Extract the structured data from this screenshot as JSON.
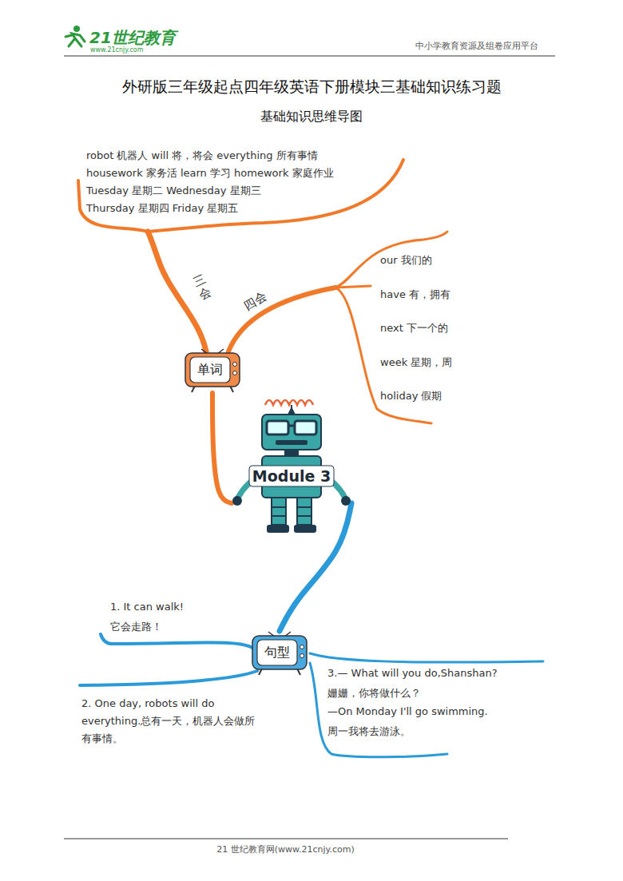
{
  "diagram": {
    "title": "外研版三年级起点四年级英语下册模块三基础知识练习题",
    "nodes": [
      {
        "text": [
          "Module 3"
        ]
      },
      {
        "text": [
          "单词"
        ]
      },
      {
        "text": [
          "句型"
        ]
      }
    ],
    "edges": [
      {
        "from": 0,
        "to": 1,
        "arrow": "none"
      },
      {
        "from": 0,
        "to": 2,
        "arrow": "none"
      }
    ],
    "labels": [
      "中小学教育资源及组卷应用平台",
      "21世纪教育",
      "www.21cnjy.com",
      "基础知识思维导图",
      "robot 机器人 will 将，将会 everything 所有事情",
      "housework 家务活 learn 学习 homework 家庭作业",
      "Tuesday 星期二 Wednesday 星期三",
      "Thursday 星期四 Friday 星期五",
      "三会",
      "四会",
      "our 我们的",
      "have 有，拥有",
      "next 下一个的",
      "week 星期，周",
      "holiday 假期",
      "1. It can walk!",
      "它会走路！",
      "2. One day, robots will do everything.总有一天，机器人会做所有事情。",
      "3.— What will you do,Shanshan?",
      "姗姗，你将做什么？",
      "—On Monday I'll go swimming.",
      "周一我将去游泳。",
      "21 世纪教育网(www.21cnjy.com)"
    ]
  }
}
